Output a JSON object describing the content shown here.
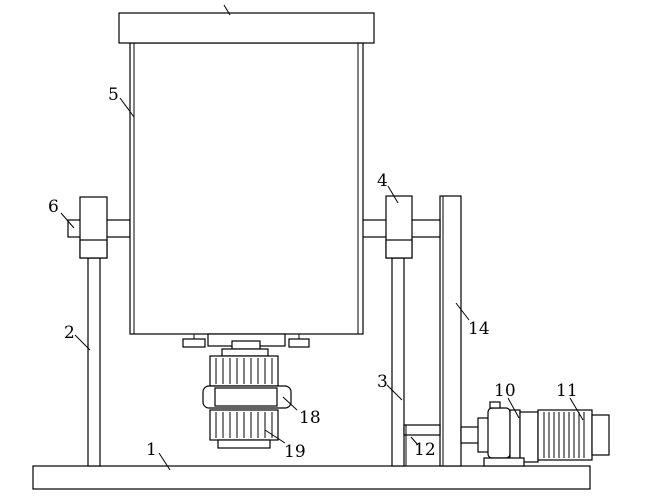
{
  "labels": {
    "l1": "1",
    "l2": "2",
    "l3": "3",
    "l4": "4",
    "l5": "5",
    "l6": "6",
    "l10": "10",
    "l11": "11",
    "l12": "12",
    "l14": "14",
    "l18": "18",
    "l19": "19"
  }
}
